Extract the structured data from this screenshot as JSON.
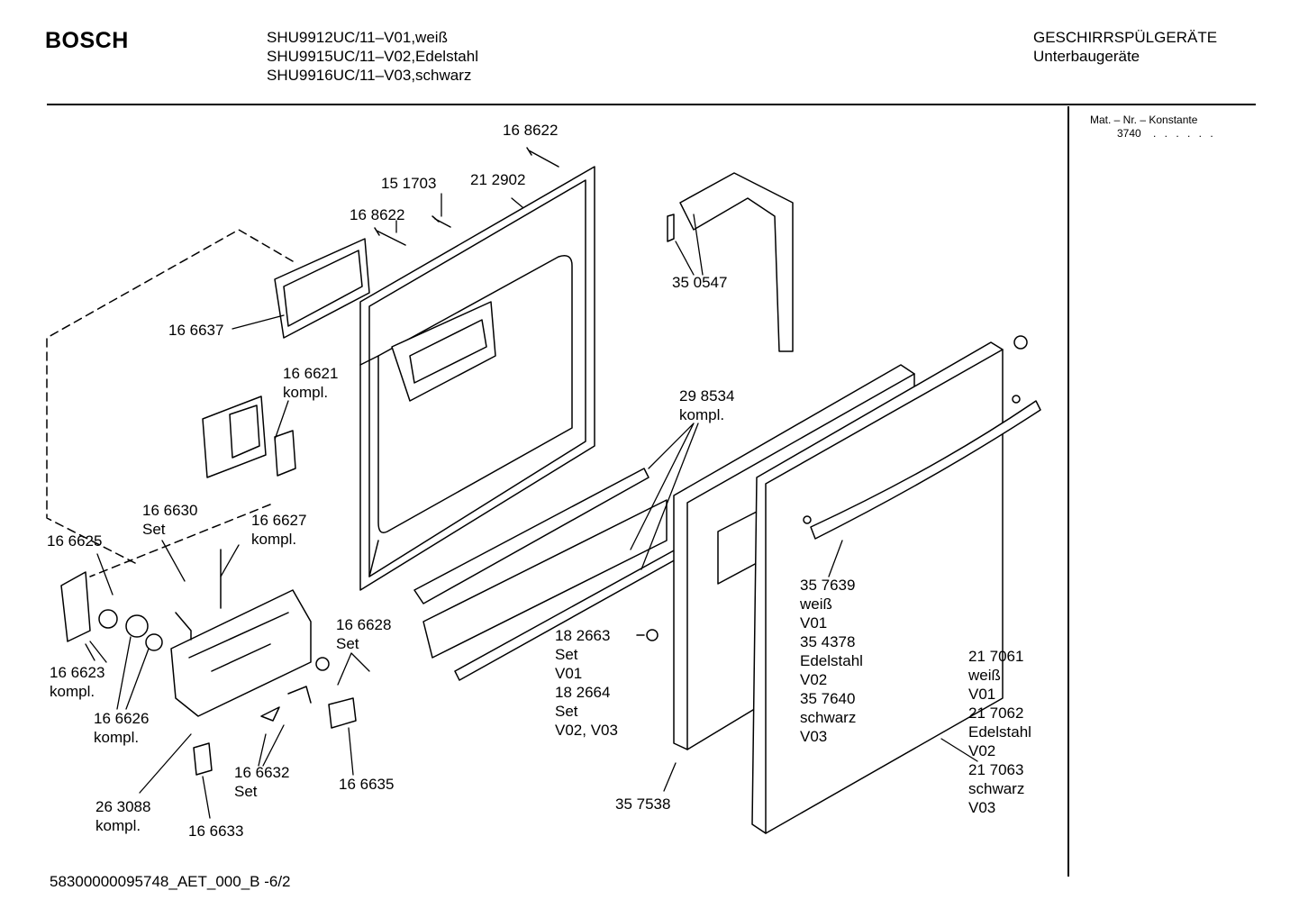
{
  "header": {
    "brand": "BOSCH",
    "models": [
      "SHU9912UC/11–V01,weiß",
      "SHU9915UC/11–V02,Edelstahl",
      "SHU9916UC/11–V03,schwarz"
    ],
    "category_line1": "GESCHIRRSPÜLGERÄTE",
    "category_line2": "Unterbaugeräte"
  },
  "sidebar": {
    "mat_label": "Mat. – Nr. – Konstante",
    "mat_value": "3740",
    "mat_dots": ". . . . . ."
  },
  "footer": {
    "doc_id": "58300000095748_AET_000_B  -6/2"
  },
  "parts": [
    {
      "id": "p-168622a",
      "lines": [
        "16 8622"
      ]
    },
    {
      "id": "p-151703",
      "lines": [
        "15 1703"
      ]
    },
    {
      "id": "p-212902",
      "lines": [
        "21 2902"
      ]
    },
    {
      "id": "p-168622b",
      "lines": [
        "16 8622"
      ]
    },
    {
      "id": "p-350547",
      "lines": [
        "35 0547"
      ]
    },
    {
      "id": "p-166637",
      "lines": [
        "16 6637"
      ]
    },
    {
      "id": "p-166621",
      "lines": [
        "16 6621",
        "kompl."
      ]
    },
    {
      "id": "p-298534",
      "lines": [
        "29 8534",
        "kompl."
      ]
    },
    {
      "id": "p-166630",
      "lines": [
        "16 6630",
        "Set"
      ]
    },
    {
      "id": "p-166627",
      "lines": [
        "16 6627",
        "kompl."
      ]
    },
    {
      "id": "p-166625",
      "lines": [
        "16 6625"
      ]
    },
    {
      "id": "p-166628",
      "lines": [
        "16 6628",
        "Set"
      ]
    },
    {
      "id": "p-182663",
      "lines": [
        "18 2663",
        "Set",
        "V01",
        "18 2664",
        "Set",
        "V02, V03"
      ]
    },
    {
      "id": "p-357639",
      "lines": [
        "35 7639",
        "weiß",
        "V01",
        "35 4378",
        "Edelstahl",
        "V02",
        "35 7640",
        "schwarz",
        "V03"
      ]
    },
    {
      "id": "p-217061",
      "lines": [
        "21 7061",
        "weiß",
        "V01",
        "21 7062",
        "Edelstahl",
        "V02",
        "21 7063",
        "schwarz",
        "V03"
      ]
    },
    {
      "id": "p-166623",
      "lines": [
        "16 6623",
        "kompl."
      ]
    },
    {
      "id": "p-166626",
      "lines": [
        "16 6626",
        "kompl."
      ]
    },
    {
      "id": "p-166632",
      "lines": [
        "16 6632",
        "Set"
      ]
    },
    {
      "id": "p-166635",
      "lines": [
        "16 6635"
      ]
    },
    {
      "id": "p-263088",
      "lines": [
        "26 3088",
        "kompl."
      ]
    },
    {
      "id": "p-166633",
      "lines": [
        "16 6633"
      ]
    },
    {
      "id": "p-357538",
      "lines": [
        "35 7538"
      ]
    }
  ]
}
